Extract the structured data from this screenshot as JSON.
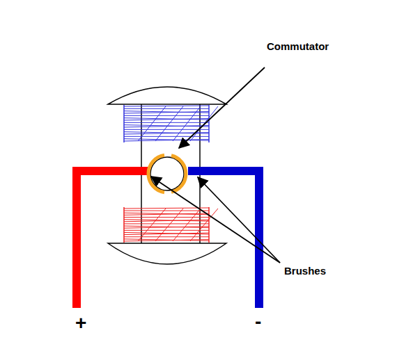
{
  "diagram": {
    "labels": [
      "Commutator",
      "Brushes",
      "+",
      "-"
    ]
  }
}
